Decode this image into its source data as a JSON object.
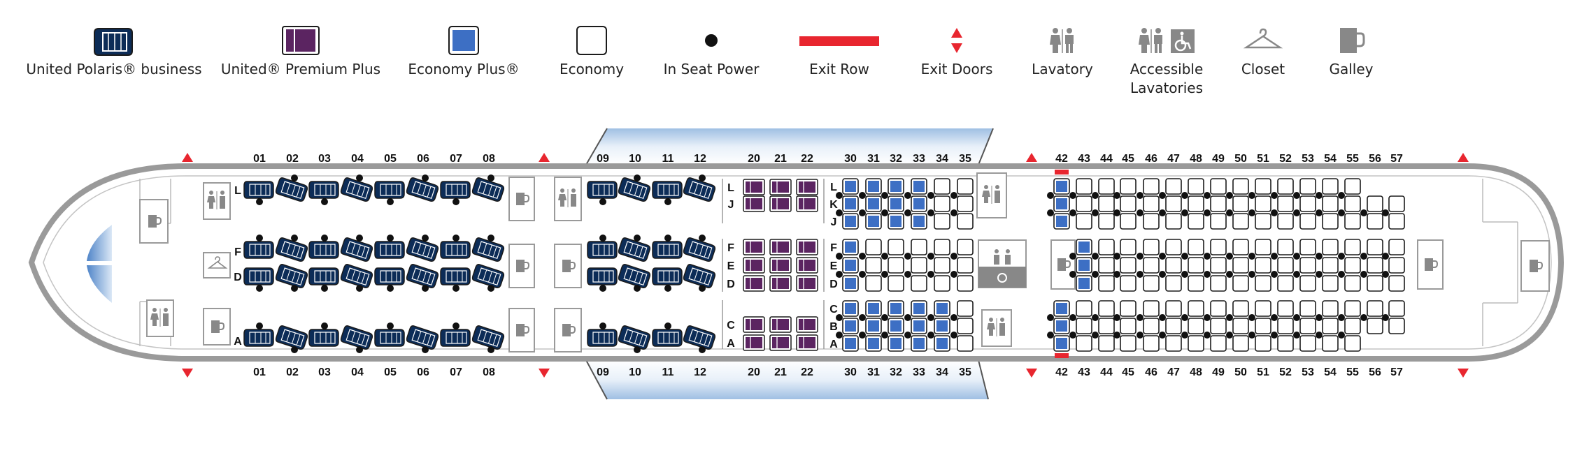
{
  "legend": [
    {
      "key": "polaris",
      "label": "United Polaris® business"
    },
    {
      "key": "premium",
      "label": "United® Premium Plus"
    },
    {
      "key": "plus",
      "label": "Economy Plus®"
    },
    {
      "key": "economy",
      "label": "Economy"
    },
    {
      "key": "power",
      "label": "In Seat Power"
    },
    {
      "key": "exitrow",
      "label": "Exit Row"
    },
    {
      "key": "exitdoor",
      "label": "Exit Doors"
    },
    {
      "key": "lav",
      "label": "Lavatory"
    },
    {
      "key": "alav",
      "label": "Accessible Lavatories"
    },
    {
      "key": "closet",
      "label": "Closet"
    },
    {
      "key": "galley",
      "label": "Galley"
    }
  ],
  "colors": {
    "polaris": "#0c2c57",
    "premium": "#5b2461",
    "plus": "#3d6fc4",
    "economy": "#ffffff",
    "exit": "#e8262f",
    "outline": "#1b1b1b",
    "fuselage": "#9a9a9a",
    "windscreen": "#8cb2e0"
  },
  "cabin": {
    "business_front_rows": [
      "01",
      "02",
      "03",
      "04",
      "05",
      "06",
      "07",
      "08"
    ],
    "business_rear_rows": [
      "09",
      "10",
      "11",
      "12"
    ],
    "business_letters_left": [
      "L"
    ],
    "business_letters_middle": [
      "F",
      "D"
    ],
    "business_letters_right": [
      "A"
    ],
    "premium_rows": [
      "20",
      "21",
      "22"
    ],
    "premium_letters_left": [
      "L",
      "J"
    ],
    "premium_letters_middle": [
      "F",
      "E",
      "D"
    ],
    "premium_letters_right": [
      "C",
      "A"
    ],
    "economy_front_rows": [
      "30",
      "31",
      "32",
      "33",
      "34",
      "35"
    ],
    "economy_letters_left": [
      "L",
      "K",
      "J"
    ],
    "economy_letters_middle": [
      "F",
      "E",
      "D"
    ],
    "economy_letters_right": [
      "C",
      "B",
      "A"
    ],
    "economy_rear_rows": [
      "42",
      "43",
      "44",
      "45",
      "46",
      "47",
      "48",
      "49",
      "50",
      "51",
      "52",
      "53",
      "54",
      "55",
      "56",
      "57"
    ]
  }
}
